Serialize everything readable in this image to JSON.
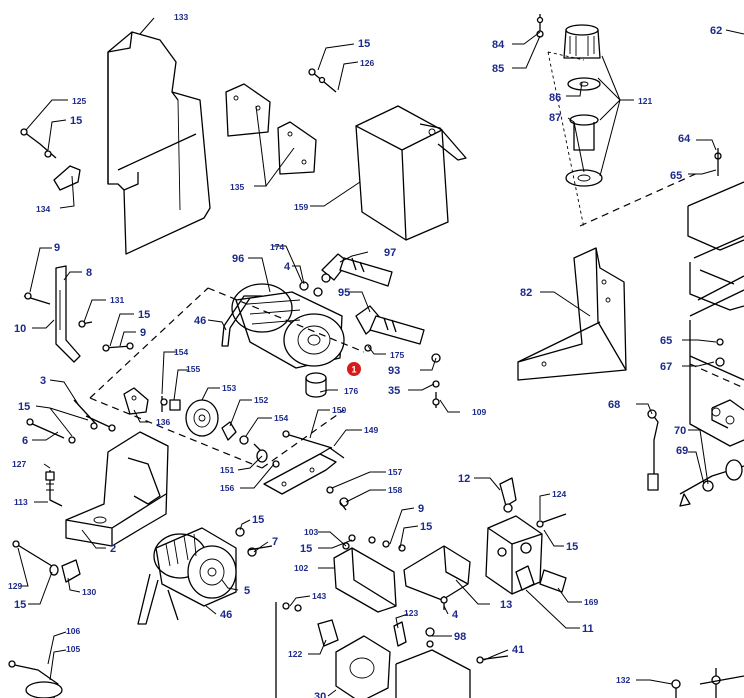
{
  "labels": {
    "l133": "133",
    "l15a": "15",
    "l126": "126",
    "l125": "125",
    "l15b": "15",
    "l134": "134",
    "l135": "135",
    "l159": "159",
    "l84": "84",
    "l85": "85",
    "l86": "86",
    "l87": "87",
    "l121": "121",
    "l62": "62",
    "l64": "64",
    "l65a": "65",
    "l9a": "9",
    "l8": "8",
    "l131": "131",
    "l10": "10",
    "l15c": "15",
    "l9b": "9",
    "l96": "96",
    "l174": "174",
    "l4a": "4",
    "l97": "97",
    "l95": "95",
    "l46a": "46",
    "l175": "175",
    "l93": "93",
    "l35": "35",
    "l109": "109",
    "l176": "176",
    "l82": "82",
    "l65b": "65",
    "l67": "67",
    "l68": "68",
    "l70": "70",
    "l69": "69",
    "l3": "3",
    "l15d": "15",
    "l6": "6",
    "l154a": "154",
    "l155": "155",
    "l153": "153",
    "l136": "136",
    "l152": "152",
    "l154b": "154",
    "l150": "150",
    "l149": "149",
    "l127": "127",
    "l113": "113",
    "l151": "151",
    "l156": "156",
    "l157": "157",
    "l158": "158",
    "l12": "12",
    "l124": "124",
    "l15e": "15",
    "l2": "2",
    "l15f": "15",
    "l7": "7",
    "l9c": "9",
    "l15g": "15",
    "l103": "103",
    "l15h": "15",
    "l102": "102",
    "l13": "13",
    "l169": "169",
    "l129": "129",
    "l15i": "15",
    "l130": "130",
    "l5": "5",
    "l46b": "46",
    "l143": "143",
    "l123": "123",
    "l4b": "4",
    "l11": "11",
    "l106": "106",
    "l105": "105",
    "l122": "122",
    "l98": "98",
    "l41": "41",
    "l132": "132",
    "l30": "30"
  },
  "badge": "1"
}
